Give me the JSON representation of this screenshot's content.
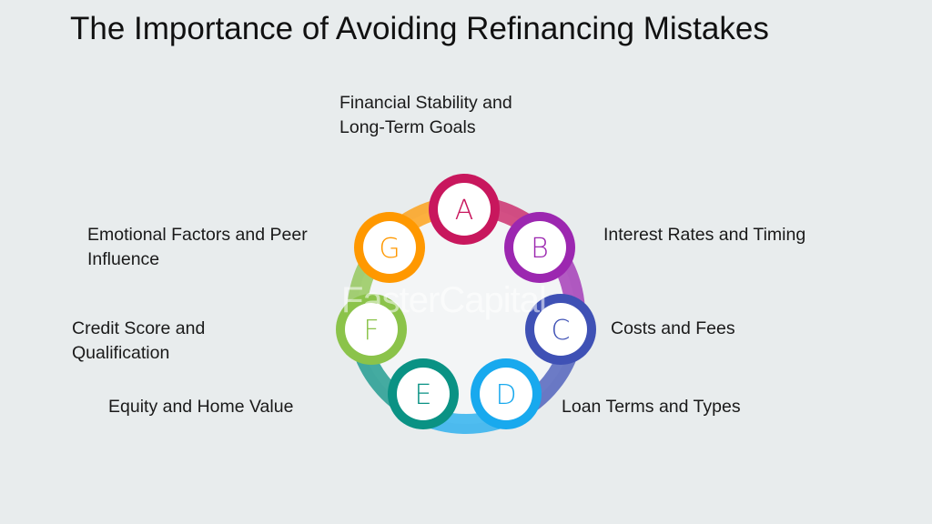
{
  "title": "The Importance of Avoiding Refinancing Mistakes",
  "watermark": "FasterCapital",
  "nodes": [
    {
      "letter": "A",
      "label": "Financial Stability and Long-Term Goals",
      "color": "#c8175d"
    },
    {
      "letter": "B",
      "label": "Interest Rates and Timing",
      "color": "#9c27b0"
    },
    {
      "letter": "C",
      "label": "Costs and Fees",
      "color": "#3f51b5"
    },
    {
      "letter": "D",
      "label": "Loan Terms and Types",
      "color": "#18a9ee"
    },
    {
      "letter": "E",
      "label": "Equity and Home Value",
      "color": "#0a9284"
    },
    {
      "letter": "F",
      "label": "Credit Score and Qualification",
      "color": "#8bc34a"
    },
    {
      "letter": "G",
      "label": "Emotional Factors and Peer Influence",
      "color": "#ff9800"
    }
  ]
}
